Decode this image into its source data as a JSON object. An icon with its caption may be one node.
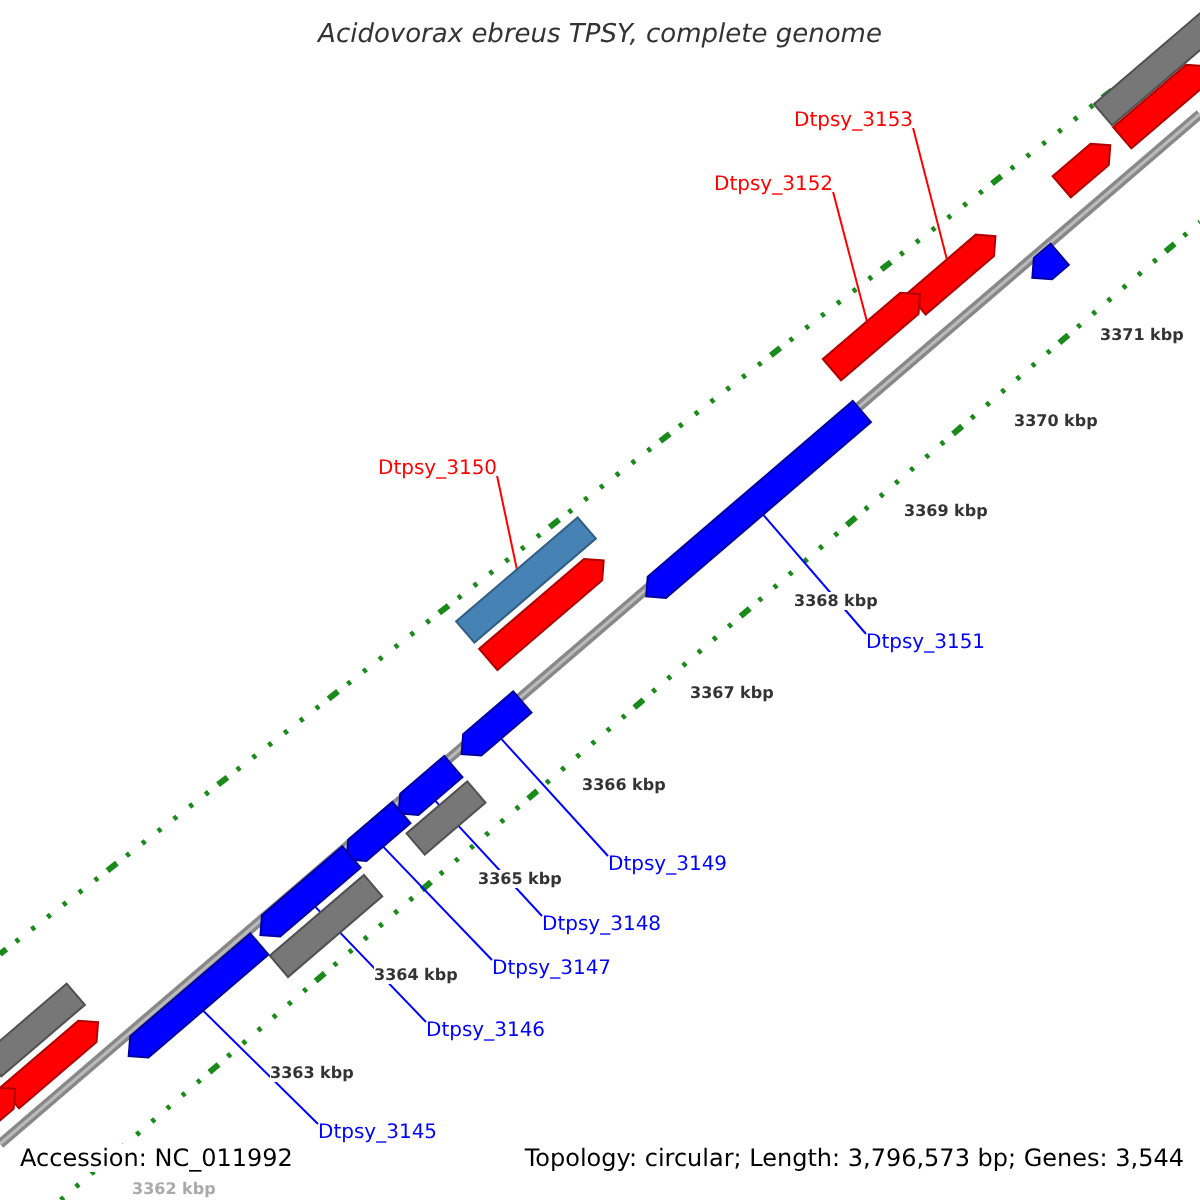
{
  "diagram": {
    "title": "Acidovorax ebreus TPSY, complete genome",
    "nodes": [
      {
        "text": [
          "Dtpsy_3153"
        ]
      },
      {
        "text": [
          "Dtpsy_3152"
        ]
      },
      {
        "text": [
          "Dtpsy_3150"
        ]
      },
      {
        "text": [
          "Dtpsy_3151"
        ]
      },
      {
        "text": [
          "Dtpsy_3149"
        ]
      },
      {
        "text": [
          "Dtpsy_3148"
        ]
      },
      {
        "text": [
          "Dtpsy_3147"
        ]
      },
      {
        "text": [
          "Dtpsy_3146"
        ]
      },
      {
        "text": [
          "Dtpsy_3145"
        ]
      },
      {
        "text": [],
        "shape": "bar"
      },
      {
        "text": [],
        "shape": "bar"
      },
      {
        "text": [],
        "shape": "bar"
      },
      {
        "text": [],
        "shape": "bar"
      },
      {
        "text": [],
        "shape": "bar"
      },
      {
        "text": [],
        "shape": "bar"
      },
      {
        "text": [],
        "shape": "bar"
      },
      {
        "text": [],
        "shape": "bar"
      },
      {
        "text": [],
        "shape": "bar"
      },
      {
        "text": [],
        "shape": "bar"
      },
      {
        "text": [],
        "shape": "bar"
      },
      {
        "text": [],
        "shape": "bar"
      },
      {
        "text": [],
        "shape": "bar"
      },
      {
        "text": [],
        "shape": "bar"
      },
      {
        "text": [],
        "shape": "bar"
      },
      {
        "text": [],
        "shape": "bar"
      },
      {
        "text": [],
        "shape": "bar"
      },
      {
        "text": [],
        "shape": "bar"
      },
      {
        "text": [],
        "shape": "bar"
      }
    ],
    "edges": [
      {
        "from": 0,
        "to": 9,
        "arrow": "none",
        "color": "#ff0000"
      },
      {
        "from": 1,
        "to": 10,
        "arrow": "none",
        "color": "#ff0000"
      },
      {
        "from": 2,
        "to": 11,
        "arrow": "none",
        "color": "#ff0000"
      },
      {
        "from": 3,
        "to": 12,
        "arrow": "none"
      },
      {
        "from": 4,
        "to": 13,
        "arrow": "none"
      },
      {
        "from": 5,
        "to": 14,
        "arrow": "none"
      },
      {
        "from": 6,
        "to": 15,
        "arrow": "none"
      },
      {
        "from": 7,
        "to": 16,
        "arrow": "none"
      },
      {
        "from": 8,
        "to": 17,
        "arrow": "none"
      }
    ],
    "labels": [
      "3371 kbp",
      "3370 kbp",
      "3369 kbp",
      "3368 kbp",
      "3367 kbp",
      "3366 kbp",
      "3365 kbp",
      "3364 kbp",
      "3363 kbp",
      "3362 kbp",
      "Accession: NC_011992",
      "Topology: circular; Length: 3,796,573 bp; Genes: 3,544"
    ]
  }
}
